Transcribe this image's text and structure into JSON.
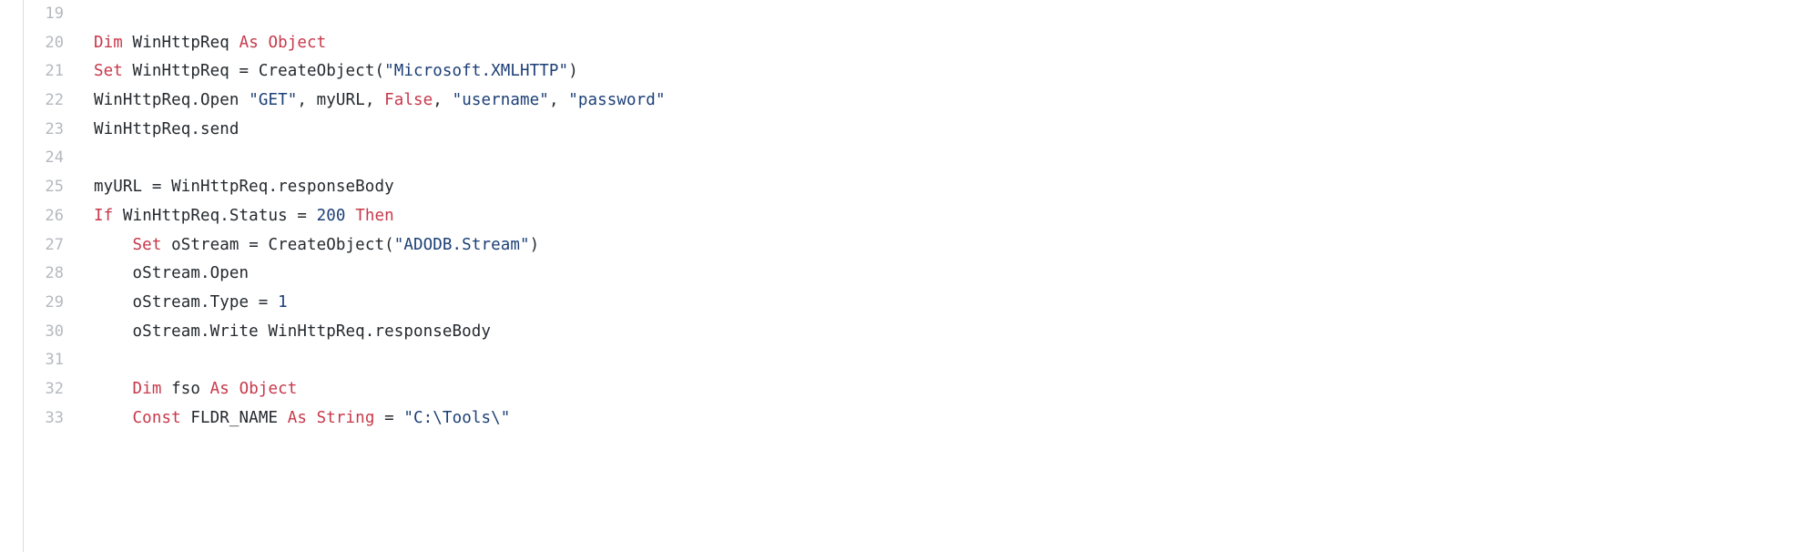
{
  "editor": {
    "language": "vba",
    "first_line_number": 19,
    "colors": {
      "background": "#ffffff",
      "text": "#24292e",
      "keyword": "#c7384a",
      "string": "#1c3f76",
      "number": "#1c3f76",
      "line_number": "#b4b8be",
      "gutter_rule": "#d8dade"
    }
  },
  "lines": [
    {
      "number": "19",
      "tokens": []
    },
    {
      "number": "20",
      "tokens": [
        {
          "t": "Dim",
          "k": "kw"
        },
        {
          "t": " WinHttpReq ",
          "k": "plain"
        },
        {
          "t": "As Object",
          "k": "kw"
        }
      ]
    },
    {
      "number": "21",
      "tokens": [
        {
          "t": "Set",
          "k": "kw"
        },
        {
          "t": " WinHttpReq = CreateObject(",
          "k": "plain"
        },
        {
          "t": "\"Microsoft.XMLHTTP\"",
          "k": "str"
        },
        {
          "t": ")",
          "k": "plain"
        }
      ]
    },
    {
      "number": "22",
      "tokens": [
        {
          "t": "WinHttpReq.Open ",
          "k": "plain"
        },
        {
          "t": "\"GET\"",
          "k": "str"
        },
        {
          "t": ", myURL, ",
          "k": "plain"
        },
        {
          "t": "False",
          "k": "kw"
        },
        {
          "t": ", ",
          "k": "plain"
        },
        {
          "t": "\"username\"",
          "k": "str"
        },
        {
          "t": ", ",
          "k": "plain"
        },
        {
          "t": "\"password\"",
          "k": "str"
        }
      ]
    },
    {
      "number": "23",
      "tokens": [
        {
          "t": "WinHttpReq.send",
          "k": "plain"
        }
      ]
    },
    {
      "number": "24",
      "tokens": []
    },
    {
      "number": "25",
      "tokens": [
        {
          "t": "myURL = WinHttpReq.responseBody",
          "k": "plain"
        }
      ]
    },
    {
      "number": "26",
      "tokens": [
        {
          "t": "If",
          "k": "kw"
        },
        {
          "t": " WinHttpReq.Status = ",
          "k": "plain"
        },
        {
          "t": "200",
          "k": "num"
        },
        {
          "t": " ",
          "k": "plain"
        },
        {
          "t": "Then",
          "k": "kw"
        }
      ]
    },
    {
      "number": "27",
      "tokens": [
        {
          "t": "    ",
          "k": "plain"
        },
        {
          "t": "Set",
          "k": "kw"
        },
        {
          "t": " oStream = CreateObject(",
          "k": "plain"
        },
        {
          "t": "\"ADODB.Stream\"",
          "k": "str"
        },
        {
          "t": ")",
          "k": "plain"
        }
      ]
    },
    {
      "number": "28",
      "tokens": [
        {
          "t": "    oStream.Open",
          "k": "plain"
        }
      ]
    },
    {
      "number": "29",
      "tokens": [
        {
          "t": "    oStream.Type = ",
          "k": "plain"
        },
        {
          "t": "1",
          "k": "num"
        }
      ]
    },
    {
      "number": "30",
      "tokens": [
        {
          "t": "    oStream.Write WinHttpReq.responseBody",
          "k": "plain"
        }
      ]
    },
    {
      "number": "31",
      "tokens": []
    },
    {
      "number": "32",
      "tokens": [
        {
          "t": "    ",
          "k": "plain"
        },
        {
          "t": "Dim",
          "k": "kw"
        },
        {
          "t": " fso ",
          "k": "plain"
        },
        {
          "t": "As Object",
          "k": "kw"
        }
      ]
    },
    {
      "number": "33",
      "tokens": [
        {
          "t": "    ",
          "k": "plain"
        },
        {
          "t": "Const",
          "k": "kw"
        },
        {
          "t": " FLDR_NAME ",
          "k": "plain"
        },
        {
          "t": "As String",
          "k": "kw"
        },
        {
          "t": " = ",
          "k": "plain"
        },
        {
          "t": "\"C:\\Tools\\\"",
          "k": "str"
        }
      ]
    }
  ]
}
